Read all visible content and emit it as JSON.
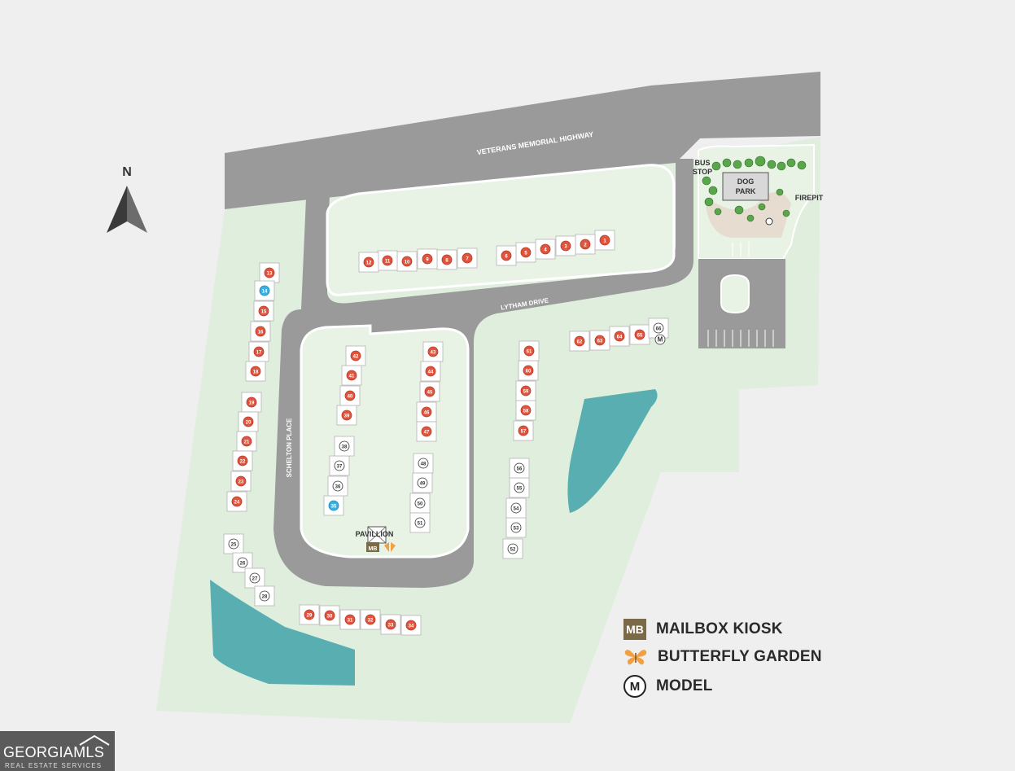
{
  "map": {
    "north_label": "N",
    "roads": {
      "highway": "VETERANS MEMORIAL HIGHWAY",
      "lytham": "LYTHAM DRIVE",
      "schelton": "SCHELTON PLACE"
    },
    "amenities": {
      "bus_stop_line1": "BUS",
      "bus_stop_line2": "STOP",
      "dog_park_line1": "DOG",
      "dog_park_line2": "PARK",
      "firepit": "FIREPIT",
      "pavilion": "PAVILLION",
      "mb_marker": "MB"
    },
    "colors": {
      "land": "#dfeedd",
      "road": "#9a9a9a",
      "pond": "#58aeb0",
      "sold": "#e0533d",
      "available_blue": "#3ab0e2",
      "available": "#ffffff",
      "mailbox": "#7b6a48",
      "butterfly": "#f0a040"
    },
    "lots": [
      {
        "num": "1",
        "status": "sold"
      },
      {
        "num": "2",
        "status": "sold"
      },
      {
        "num": "3",
        "status": "sold"
      },
      {
        "num": "4",
        "status": "sold"
      },
      {
        "num": "5",
        "status": "sold"
      },
      {
        "num": "6",
        "status": "sold"
      },
      {
        "num": "7",
        "status": "sold"
      },
      {
        "num": "8",
        "status": "sold"
      },
      {
        "num": "9",
        "status": "sold"
      },
      {
        "num": "10",
        "status": "sold"
      },
      {
        "num": "11",
        "status": "sold"
      },
      {
        "num": "12",
        "status": "sold"
      },
      {
        "num": "13",
        "status": "sold"
      },
      {
        "num": "14",
        "status": "blue"
      },
      {
        "num": "15",
        "status": "sold"
      },
      {
        "num": "16",
        "status": "sold"
      },
      {
        "num": "17",
        "status": "sold"
      },
      {
        "num": "18",
        "status": "sold"
      },
      {
        "num": "19",
        "status": "sold"
      },
      {
        "num": "20",
        "status": "sold"
      },
      {
        "num": "21",
        "status": "sold"
      },
      {
        "num": "22",
        "status": "sold"
      },
      {
        "num": "23",
        "status": "sold"
      },
      {
        "num": "24",
        "status": "sold"
      },
      {
        "num": "25",
        "status": "open"
      },
      {
        "num": "26",
        "status": "open"
      },
      {
        "num": "27",
        "status": "open"
      },
      {
        "num": "28",
        "status": "open"
      },
      {
        "num": "29",
        "status": "sold"
      },
      {
        "num": "30",
        "status": "sold"
      },
      {
        "num": "31",
        "status": "sold"
      },
      {
        "num": "32",
        "status": "sold"
      },
      {
        "num": "33",
        "status": "sold"
      },
      {
        "num": "34",
        "status": "sold"
      },
      {
        "num": "35",
        "status": "blue"
      },
      {
        "num": "36",
        "status": "open"
      },
      {
        "num": "37",
        "status": "open"
      },
      {
        "num": "38",
        "status": "open"
      },
      {
        "num": "39",
        "status": "sold"
      },
      {
        "num": "40",
        "status": "sold"
      },
      {
        "num": "41",
        "status": "sold"
      },
      {
        "num": "42",
        "status": "sold"
      },
      {
        "num": "43",
        "status": "sold"
      },
      {
        "num": "44",
        "status": "sold"
      },
      {
        "num": "45",
        "status": "sold"
      },
      {
        "num": "46",
        "status": "sold"
      },
      {
        "num": "47",
        "status": "sold"
      },
      {
        "num": "48",
        "status": "open"
      },
      {
        "num": "49",
        "status": "open"
      },
      {
        "num": "50",
        "status": "open"
      },
      {
        "num": "51",
        "status": "open"
      },
      {
        "num": "52",
        "status": "open"
      },
      {
        "num": "53",
        "status": "open"
      },
      {
        "num": "54",
        "status": "open"
      },
      {
        "num": "55",
        "status": "open"
      },
      {
        "num": "56",
        "status": "open"
      },
      {
        "num": "57",
        "status": "sold"
      },
      {
        "num": "58",
        "status": "sold"
      },
      {
        "num": "59",
        "status": "sold"
      },
      {
        "num": "60",
        "status": "sold"
      },
      {
        "num": "61",
        "status": "sold"
      },
      {
        "num": "62",
        "status": "sold"
      },
      {
        "num": "63",
        "status": "sold"
      },
      {
        "num": "64",
        "status": "sold"
      },
      {
        "num": "65",
        "status": "sold"
      },
      {
        "num": "66",
        "status": "open"
      },
      {
        "num": "M",
        "status": "model"
      }
    ]
  },
  "legend": {
    "items": [
      {
        "icon": "mailbox-icon",
        "label": "MAILBOX KIOSK",
        "badge": "MB"
      },
      {
        "icon": "butterfly-icon",
        "label": "BUTTERFLY GARDEN"
      },
      {
        "icon": "model-icon",
        "label": "MODEL",
        "badge": "M"
      }
    ]
  },
  "watermark": {
    "brand": "GEORGIAMLS",
    "tagline": "REAL ESTATE SERVICES"
  }
}
